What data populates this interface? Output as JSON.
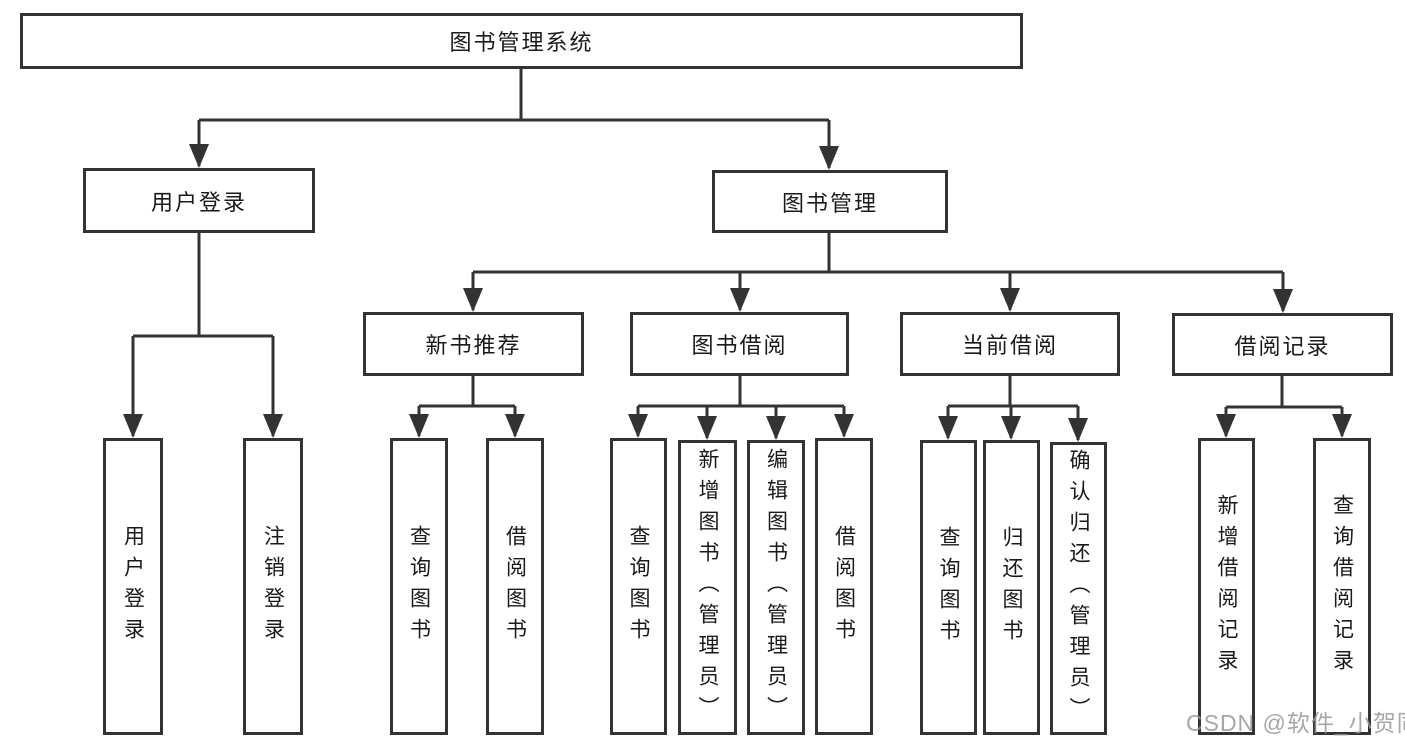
{
  "diagram": {
    "root": "图书管理系统",
    "level2": {
      "user_login": "用户登录",
      "book_management": "图书管理"
    },
    "level3": {
      "new_book_recommend": "新书推荐",
      "book_borrowing": "图书借阅",
      "current_borrowing": "当前借阅",
      "borrowing_records": "借阅记录"
    },
    "leaves": {
      "user": [
        "用户登录",
        "注销登录"
      ],
      "recommend": [
        "查询图书",
        "借阅图书"
      ],
      "borrowing": [
        "查询图书",
        "新增图书（管理员）",
        "编辑图书（管理员）",
        "借阅图书"
      ],
      "current": [
        "查询图书",
        "归还图书",
        "确认归还（管理员）"
      ],
      "records": [
        "新增借阅记录",
        "查询借阅记录"
      ]
    }
  },
  "watermark": "CSDN @软件_小贺同学",
  "colors": {
    "line": "#333333",
    "box_border": "#333333",
    "text": "#1a1a1a",
    "watermark": "#969696",
    "background": "#ffffff"
  }
}
